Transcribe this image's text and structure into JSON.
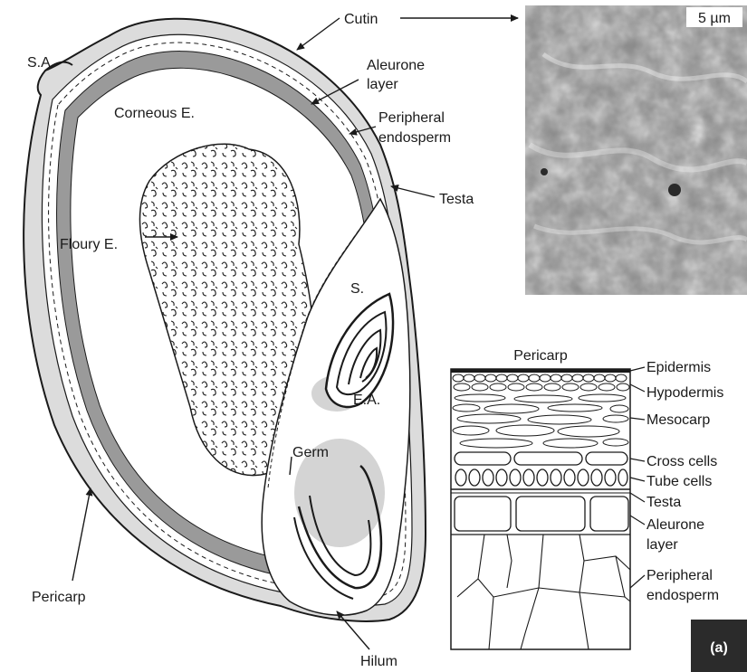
{
  "labels": {
    "cutin": "Cutin",
    "sa": "S.A",
    "aleurone": [
      "Aleurone",
      "layer"
    ],
    "corneous": "Corneous E.",
    "peripheral": [
      "Peripheral",
      "endosperm"
    ],
    "testa": "Testa",
    "floury": "Floury E.",
    "s": "S.",
    "ea": "E.A.",
    "germ": "Germ",
    "pericarp_left": "Pericarp",
    "hilum": "Hilum"
  },
  "micrograph": {
    "scale_bar": "5 µm"
  },
  "section": {
    "title": "Pericarp",
    "layers": [
      "Epidermis",
      "Hypodermis",
      "Mesocarp",
      "Cross cells",
      "Tube cells",
      "Testa",
      "Aleurone",
      "layer",
      "Peripheral",
      "endosperm"
    ]
  },
  "panel_label": "(a)"
}
